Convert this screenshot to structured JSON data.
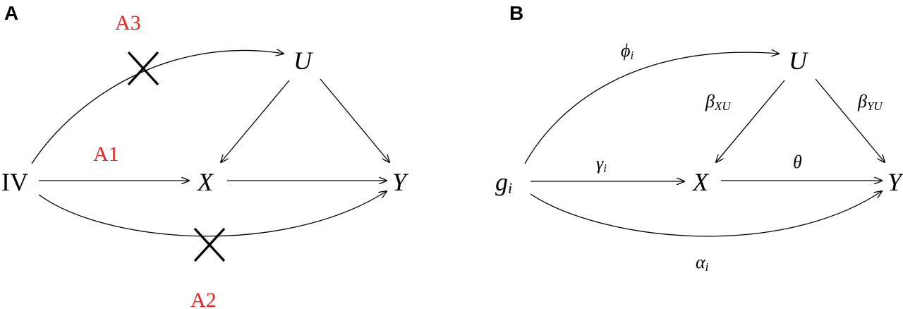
{
  "panel_a": {
    "letter": "A",
    "nodes": {
      "iv": "IV",
      "x": "X",
      "u": "U",
      "y": "Y"
    },
    "assumptions": {
      "a1": "A1",
      "a2": "A2",
      "a3": "A3"
    },
    "assumption_color": "#e8231d"
  },
  "panel_b": {
    "letter": "B",
    "nodes": {
      "g": "g",
      "g_sub": "i",
      "x": "X",
      "u": "U",
      "y": "Y"
    },
    "coefficients": {
      "phi": "ϕ",
      "phi_sub": "i",
      "gamma": "γ",
      "gamma_sub": "i",
      "alpha": "α",
      "alpha_sub": "i",
      "beta_xu": "β",
      "beta_xu_sub": "XU",
      "beta_yu": "β",
      "beta_yu_sub": "YU",
      "theta": "θ"
    }
  }
}
